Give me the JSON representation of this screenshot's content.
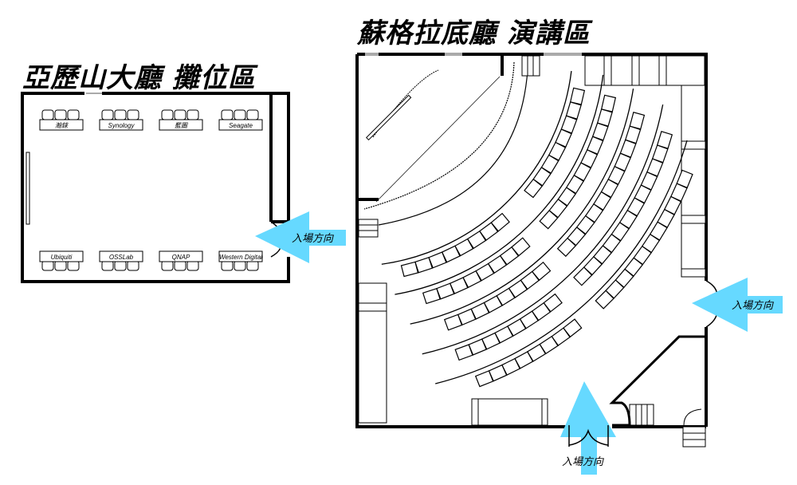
{
  "left_hall": {
    "title": "亞歷山大廳 攤位區",
    "entrance_label": "入場方向",
    "booths_top": [
      "瀚錸",
      "Synology",
      "藍圖",
      "Seagate"
    ],
    "booths_bottom": [
      "Ubiquiti",
      "OSSLab",
      "QNAP",
      "Western Digital"
    ]
  },
  "right_hall": {
    "title": "蘇格拉底廳 演講區",
    "entrance_right_label": "入場方向",
    "entrance_bottom_label": "入場方向"
  },
  "colors": {
    "arrow": "#66d9ff",
    "wall": "#000000"
  }
}
